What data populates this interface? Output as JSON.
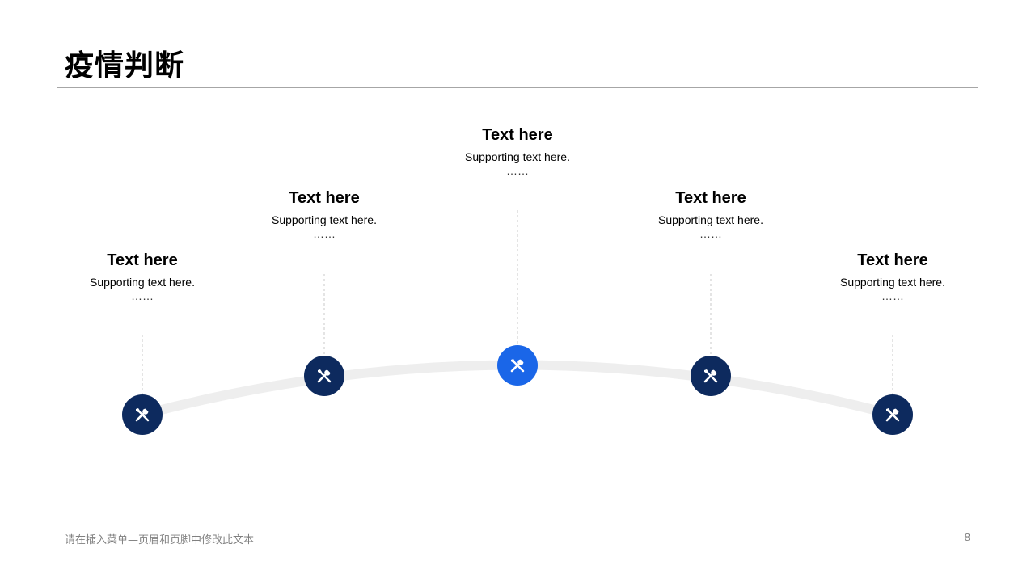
{
  "header": {
    "title": "疫情判断"
  },
  "colors": {
    "node_default": "#0d2a5e",
    "node_highlight": "#1a66e8",
    "arc": "#eeeeee",
    "connector": "#c8c8c8"
  },
  "milestones": [
    {
      "heading": "Text here",
      "sub": "Supporting text here.",
      "ellipsis": "……",
      "icon": "tools-icon",
      "highlight": false
    },
    {
      "heading": "Text here",
      "sub": "Supporting text here.",
      "ellipsis": "……",
      "icon": "tools-icon",
      "highlight": false
    },
    {
      "heading": "Text here",
      "sub": "Supporting text here.",
      "ellipsis": "……",
      "icon": "tools-icon",
      "highlight": true
    },
    {
      "heading": "Text here",
      "sub": "Supporting text here.",
      "ellipsis": "……",
      "icon": "tools-icon",
      "highlight": false
    },
    {
      "heading": "Text here",
      "sub": "Supporting text here.",
      "ellipsis": "……",
      "icon": "tools-icon",
      "highlight": false
    }
  ],
  "footer": {
    "text": "请在插入菜单—页眉和页脚中修改此文本",
    "page_number": "8"
  }
}
